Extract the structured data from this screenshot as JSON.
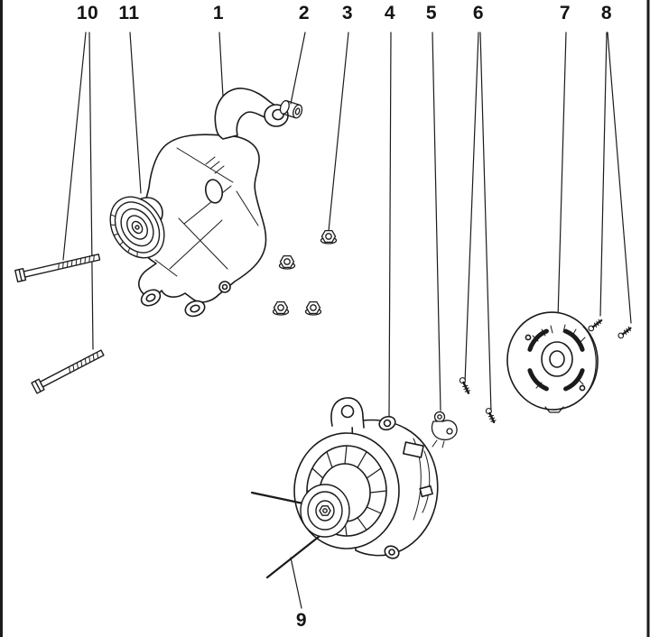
{
  "diagram": {
    "colors": {
      "ink": "#1b1b1b",
      "background": "#ffffff"
    },
    "callouts": [
      {
        "label": "10"
      },
      {
        "label": "11"
      },
      {
        "label": "1"
      },
      {
        "label": "2"
      },
      {
        "label": "3"
      },
      {
        "label": "4"
      },
      {
        "label": "5"
      },
      {
        "label": "6"
      },
      {
        "label": "7"
      },
      {
        "label": "8"
      },
      {
        "label": "9"
      }
    ]
  }
}
